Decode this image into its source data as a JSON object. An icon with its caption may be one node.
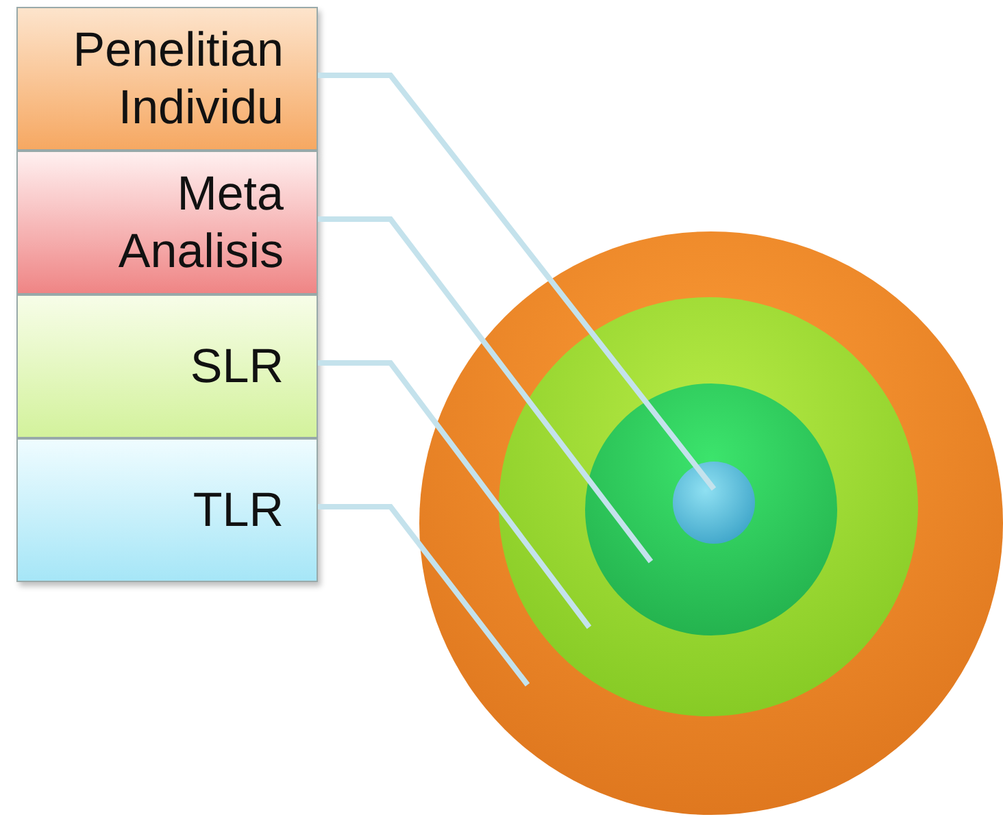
{
  "diagram": {
    "nodes": [
      {
        "text": [
          "Penelitian Individu"
        ]
      },
      {
        "text": [
          "Meta Analisis"
        ]
      },
      {
        "text": [
          "SLR"
        ]
      },
      {
        "text": [
          "TLR"
        ]
      },
      {
        "text": [],
        "shape": "circle"
      },
      {
        "text": [],
        "shape": "circle",
        "in": 4
      },
      {
        "text": [],
        "shape": "circle",
        "in": 5
      },
      {
        "text": [],
        "shape": "circle",
        "in": 6
      }
    ],
    "edges": [
      {
        "from": 0,
        "to": 7,
        "arrow": "none"
      },
      {
        "from": 1,
        "to": 6,
        "arrow": "none"
      },
      {
        "from": 2,
        "to": 5,
        "arrow": "none"
      },
      {
        "from": 3,
        "to": 4,
        "arrow": "none"
      }
    ]
  }
}
